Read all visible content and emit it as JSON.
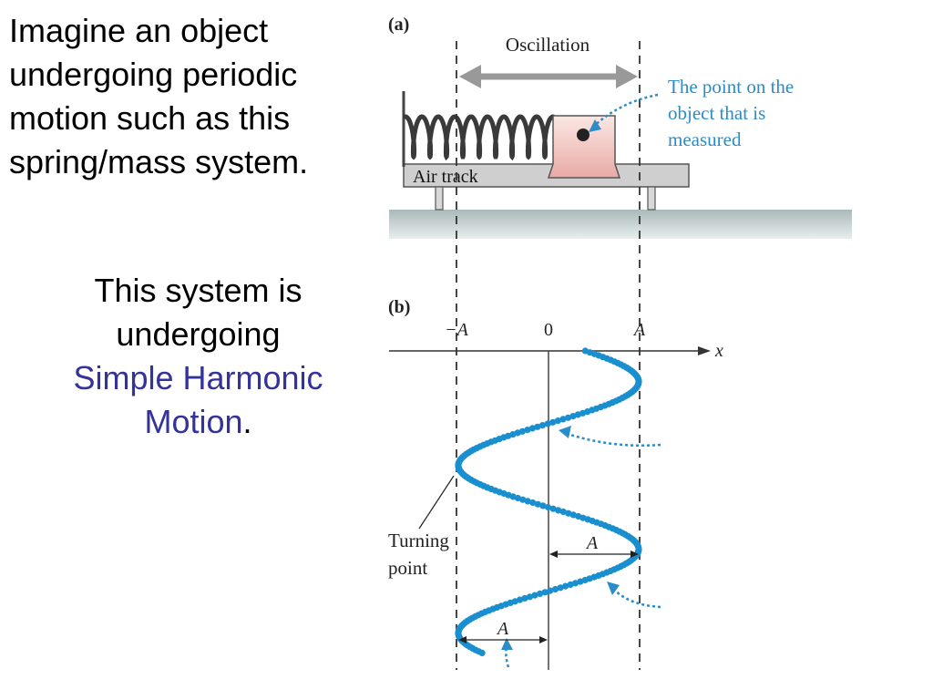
{
  "intro": {
    "lines": [
      "Imagine an object",
      "undergoing periodic",
      "motion such as this",
      "spring/mass system."
    ]
  },
  "shm": {
    "line1": "This system is",
    "line2": "undergoing",
    "highlight1": "Simple Harmonic",
    "highlight2": "Motion",
    "period": "."
  },
  "figure": {
    "part_a": "(a)",
    "part_b": "(b)",
    "oscillation": "Oscillation",
    "callout": [
      "The point on the",
      "object that is",
      "measured"
    ],
    "air_track": "Air track",
    "neg_a": "−A",
    "zero": "0",
    "pos_a": "A",
    "x_axis": "x",
    "amp_label": "A",
    "turning_point": [
      "Turning",
      "point"
    ],
    "colors": {
      "dots": "#1a8fd0",
      "callout": "#2a8cc8",
      "block": "#f2c4c0",
      "track": "#cccccc",
      "ground": "#b8c7c7"
    }
  }
}
